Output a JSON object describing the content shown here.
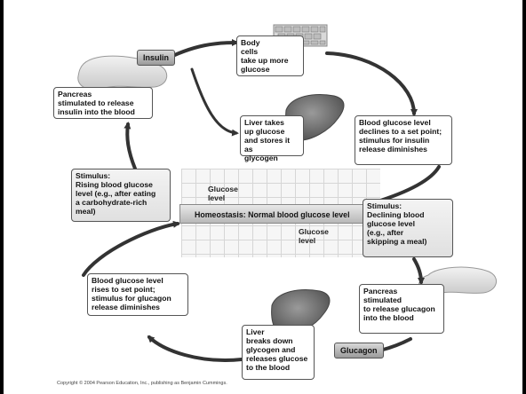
{
  "boxes": {
    "body_cells": "Body\ncells\ntake up more\nglucose",
    "pancreas_insulin": "Pancreas\nstimulated to release\ninsulin into the blood",
    "liver_takes": "Liver takes\nup glucose\nand stores it as\nglycogen",
    "glucose_declines": "Blood glucose level\ndeclines to a set point;\nstimulus for insulin\nrelease diminishes",
    "stimulus_rising_title": "Stimulus:",
    "stimulus_rising_text": "Rising blood glucose\nlevel (e.g., after eating\na carbohydrate-rich\nmeal)",
    "stimulus_declining_title": "Stimulus:",
    "stimulus_declining_text": "Declining blood\nglucose level\n(e.g., after\nskipping a meal)",
    "glucose_rises": "Blood glucose level\nrises to set point;\nstimulus for glucagon\nrelease diminishes",
    "pancreas_glucagon": "Pancreas\nstimulated\nto release glucagon\ninto the blood",
    "liver_breaks": "Liver\nbreaks down\nglycogen and\nreleases glucose\nto the blood"
  },
  "tags": {
    "insulin": "Insulin",
    "glucagon": "Glucagon"
  },
  "center": {
    "homeostasis": "Homeostasis: Normal blood glucose level",
    "glucose_level_up": "Glucose\nlevel",
    "glucose_level_down": "Glucose\nlevel"
  },
  "copyright": "Copyright © 2004 Pearson Education, Inc., publishing as Benjamin Cummings.",
  "colors": {
    "arrow": "#333333",
    "organ": "#6e6e6e"
  },
  "icons": [
    "body-cells-icon",
    "pancreas-icon",
    "liver-icon",
    "pancreas-icon",
    "liver-icon"
  ]
}
